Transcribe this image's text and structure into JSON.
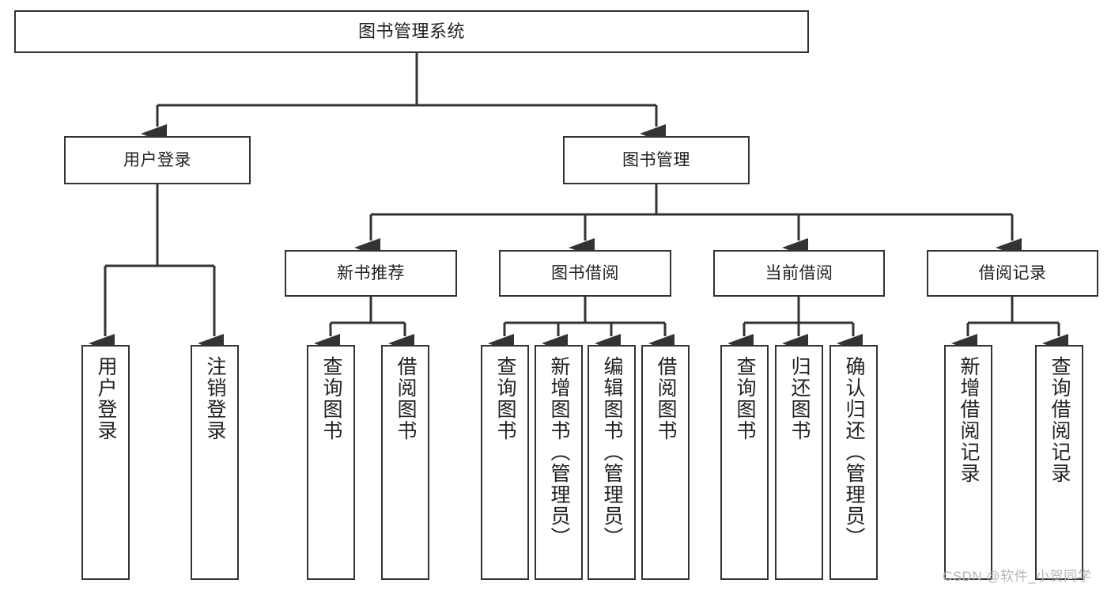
{
  "diagram": {
    "title": "图书管理系统",
    "type": "tree-hierarchy",
    "root": {
      "id": "root",
      "label": "图书管理系统"
    },
    "level1": [
      {
        "id": "user-login",
        "label": "用户登录"
      },
      {
        "id": "book-manage",
        "label": "图书管理"
      }
    ],
    "level2": [
      {
        "id": "new-book-rec",
        "label": "新书推荐",
        "parent": "book-manage"
      },
      {
        "id": "book-borrow",
        "label": "图书借阅",
        "parent": "book-manage"
      },
      {
        "id": "current-borrow",
        "label": "当前借阅",
        "parent": "book-manage"
      },
      {
        "id": "borrow-record",
        "label": "借阅记录",
        "parent": "book-manage"
      }
    ],
    "leaves": {
      "user-login": [
        {
          "id": "leaf-user-login",
          "label": "用户登录"
        },
        {
          "id": "leaf-logout",
          "label": "注销登录"
        }
      ],
      "new-book-rec": [
        {
          "id": "leaf-query-book-1",
          "label": "查询图书"
        },
        {
          "id": "leaf-borrow-book-1",
          "label": "借阅图书"
        }
      ],
      "book-borrow": [
        {
          "id": "leaf-query-book-2",
          "label": "查询图书"
        },
        {
          "id": "leaf-add-book",
          "label": "新增图书（管理员）"
        },
        {
          "id": "leaf-edit-book",
          "label": "编辑图书（管理员）"
        },
        {
          "id": "leaf-borrow-book-2",
          "label": "借阅图书"
        }
      ],
      "current-borrow": [
        {
          "id": "leaf-query-book-3",
          "label": "查询图书"
        },
        {
          "id": "leaf-return-book",
          "label": "归还图书"
        },
        {
          "id": "leaf-confirm-return",
          "label": "确认归还（管理员）"
        }
      ],
      "borrow-record": [
        {
          "id": "leaf-add-record",
          "label": "新增借阅记录"
        },
        {
          "id": "leaf-query-record",
          "label": "查询借阅记录"
        }
      ]
    }
  },
  "watermark": {
    "text": "CSDN @软件_小贺同学"
  },
  "colors": {
    "border": "#333333",
    "text": "#222222",
    "background": "#ffffff",
    "watermark": "#b6b6b6"
  }
}
